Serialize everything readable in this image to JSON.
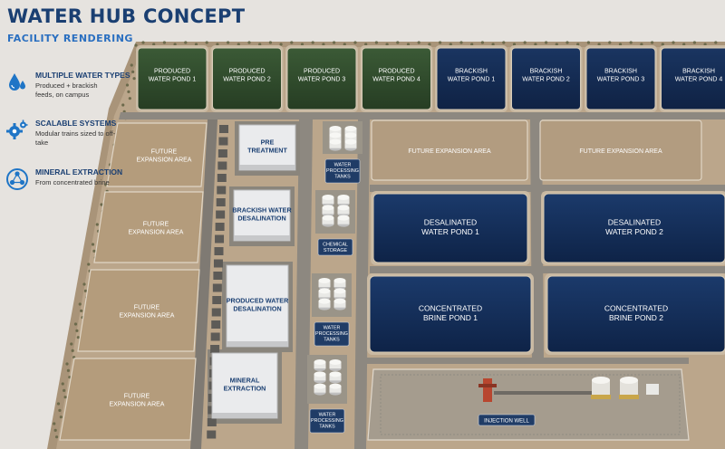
{
  "title": "WATER HUB CONCEPT",
  "subtitle": "FACILITY RENDERING",
  "features": [
    {
      "heading": "MULTIPLE WATER TYPES",
      "text": "Produced + brackish feeds, on campus",
      "icon": "water-drops-icon",
      "color": "#1f75c6"
    },
    {
      "heading": "SCALABLE SYSTEMS",
      "text": "Modular trains sized to off-take",
      "icon": "gears-icon",
      "color": "#1f75c6"
    },
    {
      "heading": "MINERAL EXTRACTION",
      "text": "From concentrated brine",
      "icon": "mineral-network-icon",
      "color": "#1f75c6"
    }
  ],
  "top_ponds": [
    {
      "line1": "PRODUCED",
      "line2": "WATER POND 1",
      "kind": "produced"
    },
    {
      "line1": "PRODUCED",
      "line2": "WATER POND 2",
      "kind": "produced"
    },
    {
      "line1": "PRODUCED",
      "line2": "WATER POND 3",
      "kind": "produced"
    },
    {
      "line1": "PRODUCED",
      "line2": "WATER POND 4",
      "kind": "produced"
    },
    {
      "line1": "BRACKISH",
      "line2": "WATER POND 1",
      "kind": "brackish"
    },
    {
      "line1": "BRACKISH",
      "line2": "WATER POND 2",
      "kind": "brackish"
    },
    {
      "line1": "BRACKISH",
      "line2": "WATER POND 3",
      "kind": "brackish"
    },
    {
      "line1": "BRACKISH",
      "line2": "WATER POND 4",
      "kind": "brackish"
    }
  ],
  "left_expansion": [
    {
      "line1": "FUTURE",
      "line2": "EXPANSION AREA"
    },
    {
      "line1": "FUTURE",
      "line2": "EXPANSION AREA"
    },
    {
      "line1": "FUTURE",
      "line2": "EXPANSION AREA"
    },
    {
      "line1": "FUTURE",
      "line2": "EXPANSION AREA"
    }
  ],
  "buildings": [
    {
      "line1": "PRE",
      "line2": "TREATMENT"
    },
    {
      "line1": "BRACKISH WATER",
      "line2": "DESALINATION"
    },
    {
      "line1": "PRODUCED WATER",
      "line2": "DESALINATION"
    },
    {
      "line1": "MINERAL",
      "line2": "EXTRACTION"
    }
  ],
  "tank_labels": [
    {
      "line1": "WATER",
      "line2": "PROCESSING",
      "line3": "TANKS"
    },
    {
      "line1": "CHEMICAL",
      "line2": "STORAGE",
      "line3": ""
    },
    {
      "line1": "WATER",
      "line2": "PROCESSING",
      "line3": "TANKS"
    },
    {
      "line1": "WATER",
      "line2": "PROCESSING",
      "line3": "TANKS"
    }
  ],
  "right_expansion": [
    {
      "text": "FUTURE EXPANSION AREA"
    },
    {
      "text": "FUTURE EXPANSION AREA"
    }
  ],
  "big_ponds": [
    {
      "line1": "DESALINATED",
      "line2": "WATER POND 1"
    },
    {
      "line1": "DESALINATED",
      "line2": "WATER POND 2"
    },
    {
      "line1": "CONCENTRATED",
      "line2": "BRINE POND 1"
    },
    {
      "line1": "CONCENTRATED",
      "line2": "BRINE POND 2"
    }
  ],
  "injection_well": {
    "label": "INJECTION WELL"
  },
  "colors": {
    "title": "#1a3f72",
    "accent": "#2a6fc0",
    "produced_pond": "#2f4a2c",
    "brackish_pond": "#142c52",
    "big_pond": "#112a55",
    "sand": "#b29d84",
    "road": "#8d8880"
  }
}
